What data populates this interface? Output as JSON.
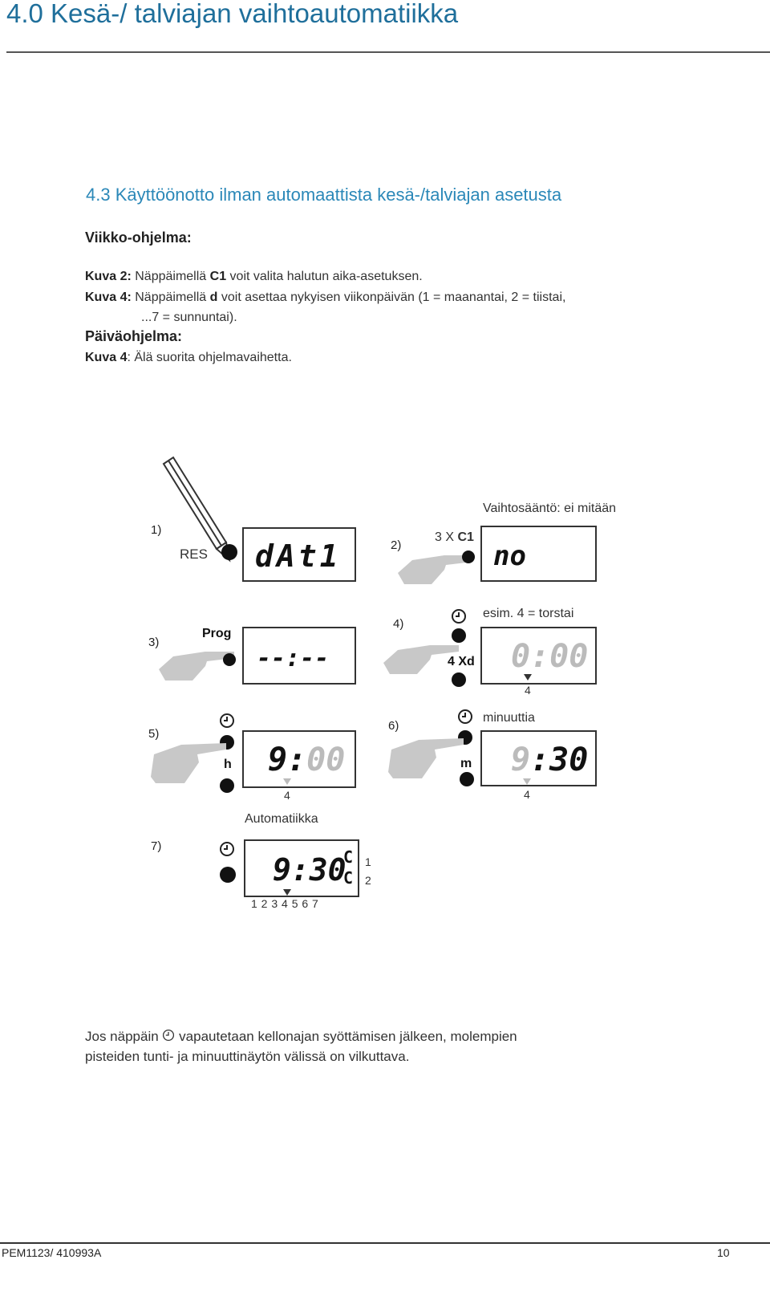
{
  "page": {
    "title": "4.0 Kesä-/ talviajan vaihtoautomatiikka",
    "section_title": "4.3 Käyttöönotto ilman automaattista kesä-/talviajan asetusta",
    "weekly_heading": "Viikko-ohjelma:",
    "lines": {
      "l1_label": "Kuva 2:",
      "l1_a": "Näppäimellä",
      "l1_key": "C1",
      "l1_b": "voit valita halutun aika-asetuksen.",
      "l2_label": "Kuva 4:",
      "l2_a": "Näppäimellä",
      "l2_key": "d",
      "l2_b": "voit asettaa nykyisen viikonpäivän (1 = maanantai, 2 = tiistai,",
      "l2_c": "...7 = sunnuntai).",
      "daily_heading": "Päiväohjelma:",
      "l3_label": "Kuva 4",
      "l3_b": ": Älä suorita ohjelmavaihetta."
    },
    "figure": {
      "s1": "1)",
      "s1_key": "RES",
      "s1_lcd": "dAt1",
      "s2": "2)",
      "s2_key": "3 X",
      "s2_key_b": "C1",
      "s2_caption": "Vaihtosääntö: ei mitään",
      "s2_lcd": "no",
      "s3": "3)",
      "s3_key": "Prog",
      "s3_lcd": "--:--",
      "s4": "4)",
      "s4_caption": "esim. 4 = torstai",
      "s4_key": "4 Xd",
      "s4_lcd": "0:00",
      "s4_day": "4",
      "s5": "5)",
      "s5_key": "h",
      "s5_lcd_h": "9:",
      "s5_lcd_m": "00",
      "s5_day": "4",
      "s6": "6)",
      "s6_caption": "minuuttia",
      "s6_key": "m",
      "s6_lcd_h": "9",
      "s6_lcd_m": ":30",
      "s6_day": "4",
      "s7": "7)",
      "s7_caption": "Automatiikka",
      "s7_lcd": "9:30",
      "s7_c1": "1",
      "s7_c2": "2",
      "s7_days": "1 2 3 4 5 6 7",
      "c_letter": "C"
    },
    "note_a": "Jos näppäin",
    "note_b": "vapautetaan kellonajan syöttämisen jälkeen, molempien",
    "note_c": "pisteiden tunti- ja minuuttinäytön välissä on vilkuttava.",
    "footer_left": "PEM1123/ 410993A",
    "footer_right": "10"
  },
  "icons": [
    "clock-icon",
    "hand-icon",
    "pencil-icon"
  ]
}
